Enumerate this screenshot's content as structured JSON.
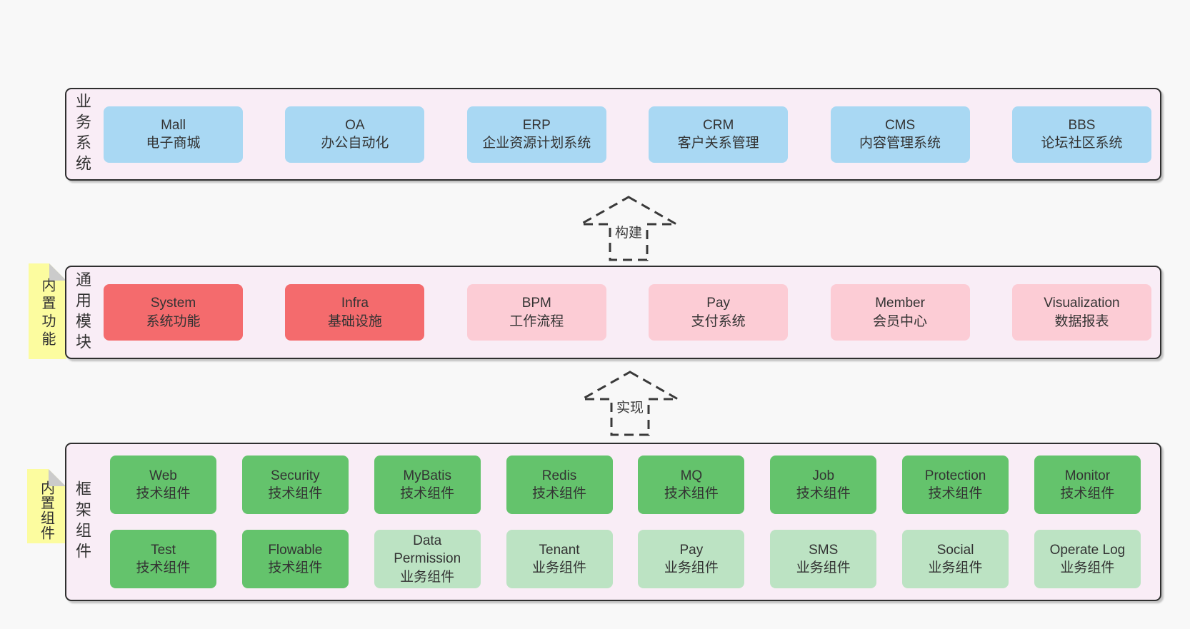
{
  "palette": {
    "page_bg": "#f8f8f8",
    "section_bg": "#f9edf6",
    "section_border": "#2f2f2f",
    "blue_box": "#a9d8f3",
    "red_box": "#f46b6d",
    "pink_box": "#fcccd5",
    "green_box": "#64c36c",
    "light_green_box": "#bce3c3",
    "note_yellow": "#fcfc9f",
    "note_fold_gray": "#cbcbcb",
    "text": "#333333"
  },
  "sections": [
    {
      "label": "业务系统",
      "boxes": [
        {
          "name": "Mall",
          "desc": "电子商城"
        },
        {
          "name": "OA",
          "desc": "办公自动化"
        },
        {
          "name": "ERP",
          "desc": "企业资源计划系统"
        },
        {
          "name": "CRM",
          "desc": "客户关系管理"
        },
        {
          "name": "CMS",
          "desc": "内容管理系统"
        },
        {
          "name": "BBS",
          "desc": "论坛社区系统"
        }
      ]
    },
    {
      "label": "通用模块",
      "note": "内置功能",
      "boxes": [
        {
          "name": "System",
          "desc": "系统功能"
        },
        {
          "name": "Infra",
          "desc": "基础设施"
        },
        {
          "name": "BPM",
          "desc": "工作流程"
        },
        {
          "name": "Pay",
          "desc": "支付系统"
        },
        {
          "name": "Member",
          "desc": "会员中心"
        },
        {
          "name": "Visualization",
          "desc": "数据报表"
        }
      ]
    },
    {
      "label": "框架组件",
      "note": "内置组件",
      "rows": [
        [
          {
            "name": "Web",
            "desc": "技术组件"
          },
          {
            "name": "Security",
            "desc": "技术组件"
          },
          {
            "name": "MyBatis",
            "desc": "技术组件"
          },
          {
            "name": "Redis",
            "desc": "技术组件"
          },
          {
            "name": "MQ",
            "desc": "技术组件"
          },
          {
            "name": "Job",
            "desc": "技术组件"
          },
          {
            "name": "Protection",
            "desc": "技术组件"
          },
          {
            "name": "Monitor",
            "desc": "技术组件"
          }
        ],
        [
          {
            "name": "Test",
            "desc": "技术组件"
          },
          {
            "name": "Flowable",
            "desc": "技术组件"
          },
          {
            "name": "Data Permission",
            "desc": "业务组件"
          },
          {
            "name": "Tenant",
            "desc": "业务组件"
          },
          {
            "name": "Pay",
            "desc": "业务组件"
          },
          {
            "name": "SMS",
            "desc": "业务组件"
          },
          {
            "name": "Social",
            "desc": "业务组件"
          },
          {
            "name": "Operate Log",
            "desc": "业务组件"
          }
        ]
      ]
    }
  ],
  "arrows": [
    {
      "label": "构建"
    },
    {
      "label": "实现"
    }
  ]
}
